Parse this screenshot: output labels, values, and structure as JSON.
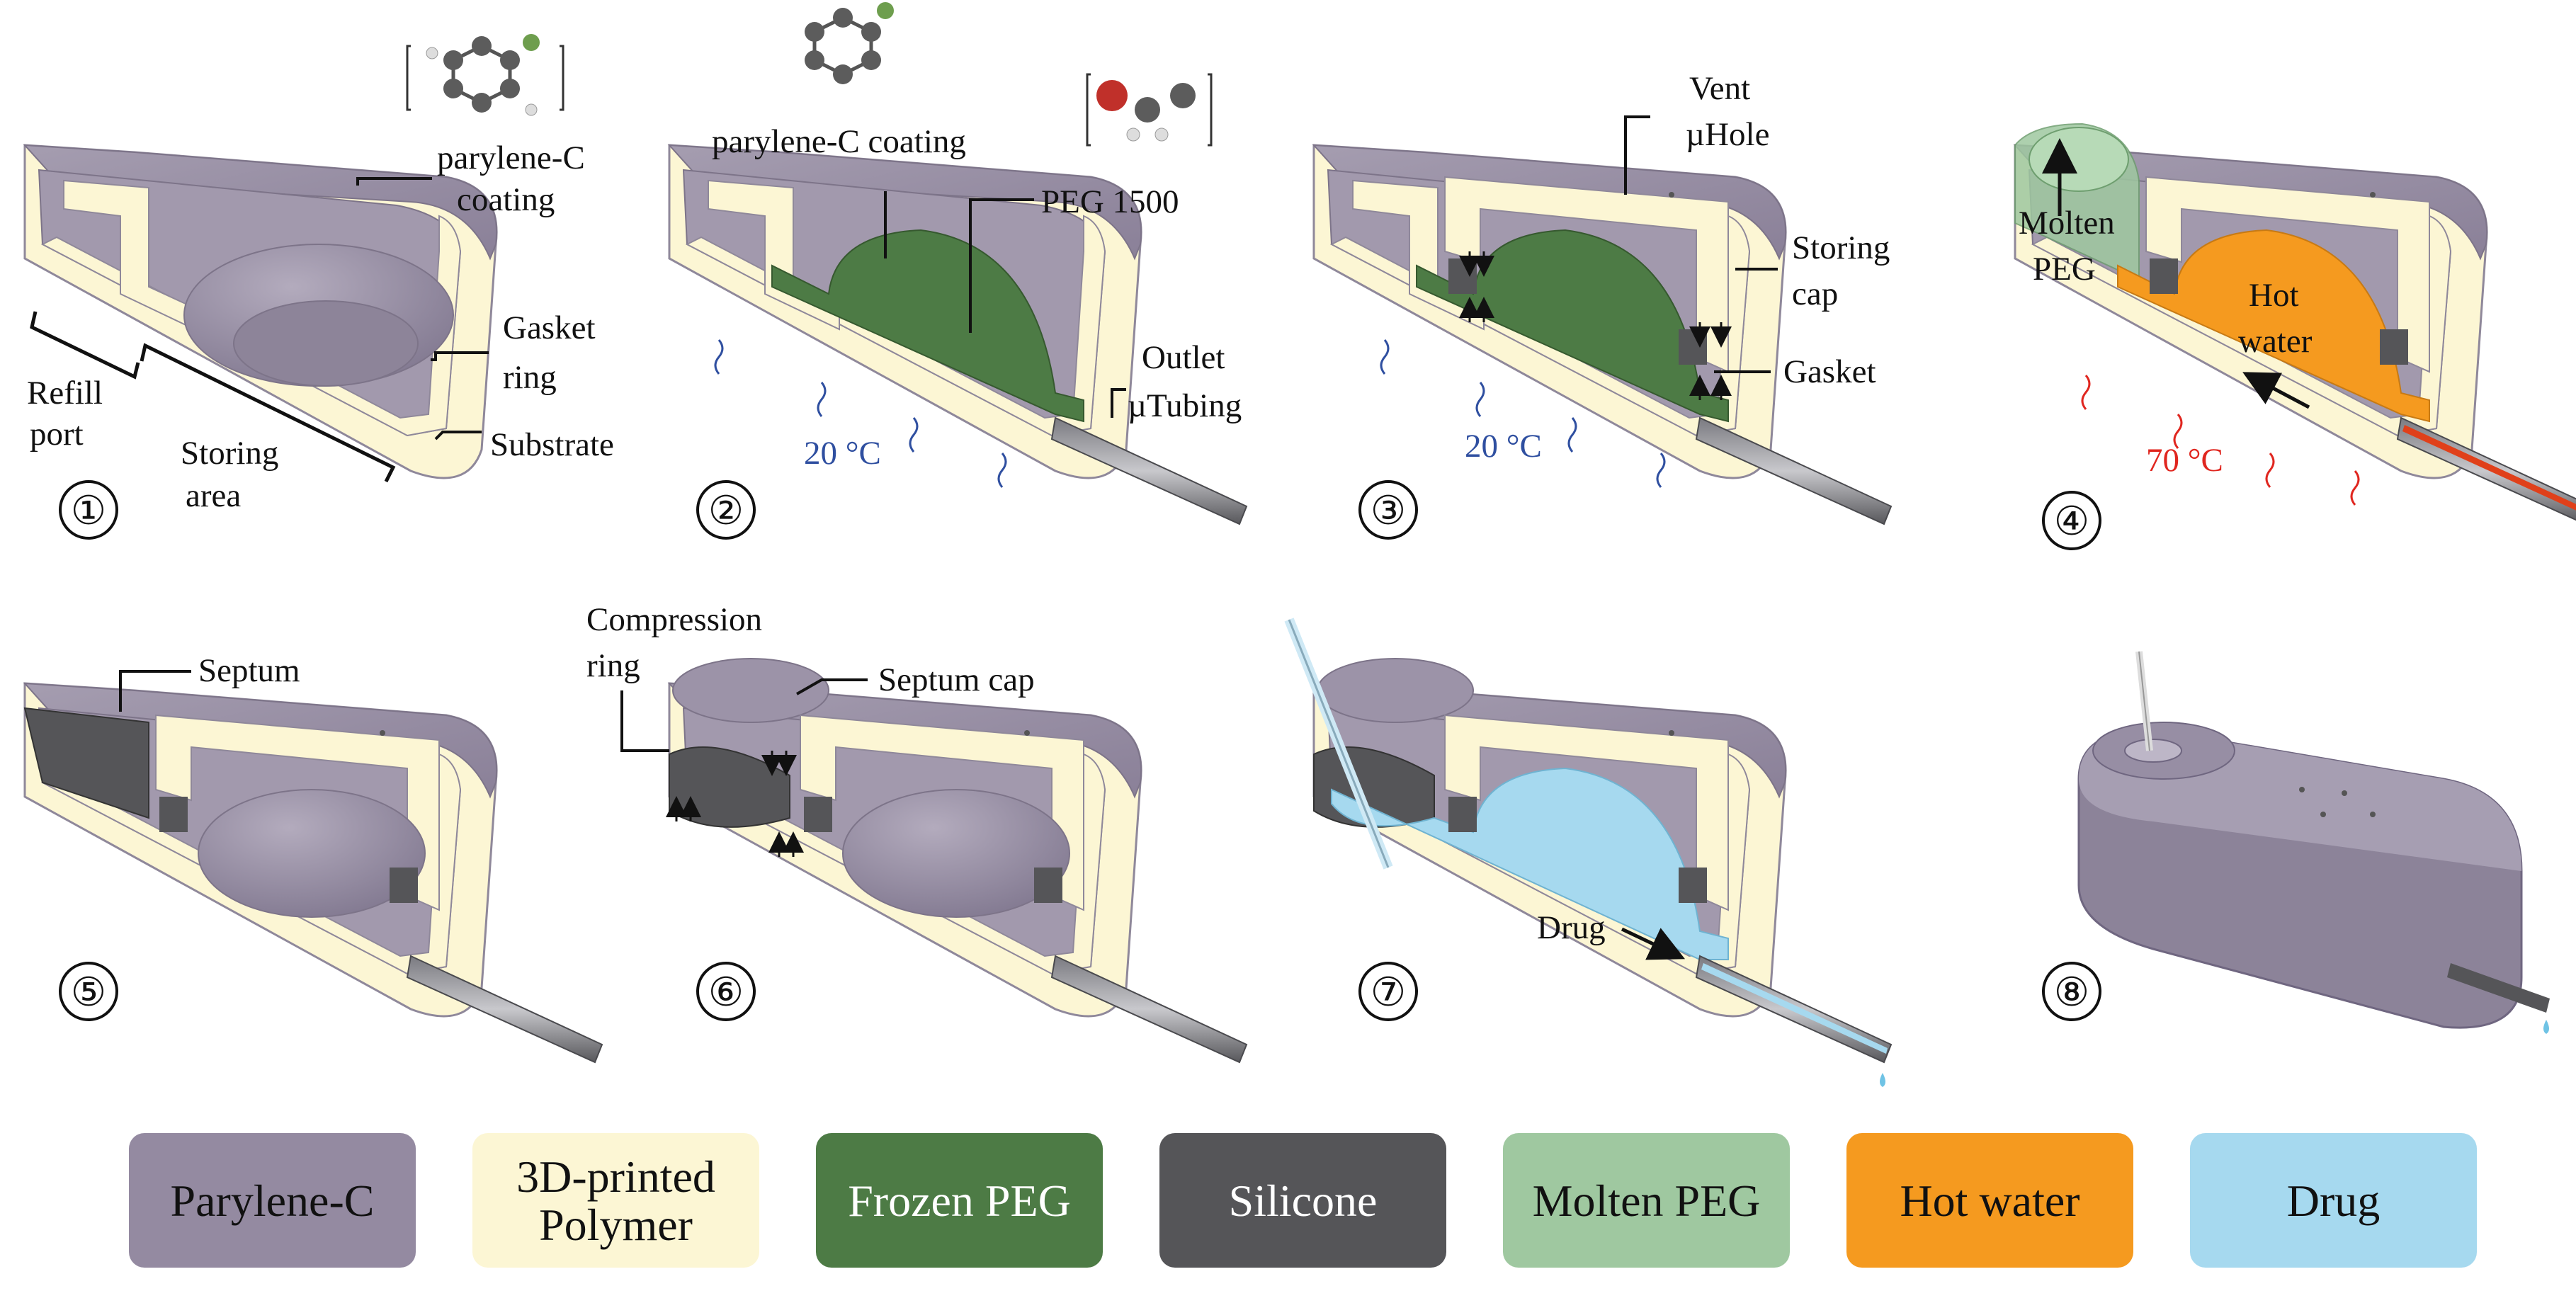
{
  "colors": {
    "parylene": "#948aa1",
    "polymer": "#fcf6d4",
    "frozen_peg": "#4d7b45",
    "silicone": "#555558",
    "molten_peg": "#9fc8a0",
    "hot_water": "#f59a1f",
    "drug": "#a6d9ef",
    "cold_label": "#2f4fa0",
    "hot_label": "#e0261f"
  },
  "steps": [
    "①",
    "②",
    "③",
    "④",
    "⑤",
    "⑥",
    "⑦",
    "⑧"
  ],
  "panel1": {
    "parylene_line1": "parylene-C",
    "parylene_line2": "coating",
    "gasket_line1": "Gasket",
    "gasket_line2": "ring",
    "substrate": "Substrate",
    "refill_line1": "Refill",
    "refill_line2": "port",
    "storing_line1": "Storing",
    "storing_line2": "area"
  },
  "panel2": {
    "parylene": "parylene-C coating",
    "peg": "PEG 1500",
    "outlet_line1": "Outlet",
    "outlet_line2": "µTubing",
    "temp": "20 °C"
  },
  "panel3": {
    "vent_line1": "Vent",
    "vent_line2": "µHole",
    "cap_line1": "Storing",
    "cap_line2": "cap",
    "gasket": "Gasket",
    "temp": "20 °C"
  },
  "panel4": {
    "molten_line1": "Molten",
    "molten_line2": "PEG",
    "hot_line1": "Hot",
    "hot_line2": "water",
    "temp": "70 °C"
  },
  "panel5": {
    "septum": "Septum"
  },
  "panel6": {
    "compression_line1": "Compression",
    "compression_line2": "ring",
    "septum_cap": "Septum cap"
  },
  "panel7": {
    "drug": "Drug"
  },
  "legend": [
    {
      "lines": [
        "Parylene-C"
      ],
      "color": "#948aa1",
      "light": false
    },
    {
      "lines": [
        "3D-printed",
        "Polymer"
      ],
      "color": "#fcf6d4",
      "light": false
    },
    {
      "lines": [
        "Frozen PEG"
      ],
      "color": "#4d7b45",
      "light": true
    },
    {
      "lines": [
        "Silicone"
      ],
      "color": "#555558",
      "light": true
    },
    {
      "lines": [
        "Molten PEG"
      ],
      "color": "#9fc8a0",
      "light": false
    },
    {
      "lines": [
        "Hot water"
      ],
      "color": "#f59a1f",
      "light": false
    },
    {
      "lines": [
        "Drug"
      ],
      "color": "#a6d9ef",
      "light": false
    }
  ]
}
